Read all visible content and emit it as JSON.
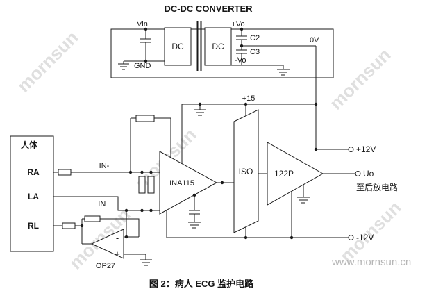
{
  "diagram": {
    "title": "DC-DC CONVERTER",
    "caption": "图 2：病人 ECG 监护电路"
  },
  "converter": {
    "vin_label": "Vin",
    "gnd_label": "GND",
    "dc_box1_label": "DC",
    "dc_box2_label": "DC",
    "pos_vo_label": "+Vo",
    "c2_label": "C2",
    "c3_label": "C3",
    "neg_vo_label": "-Vo",
    "zero_v_label": "0V"
  },
  "patient": {
    "box_label": "人体",
    "lead_ra": "RA",
    "lead_la": "LA",
    "lead_rl": "RL"
  },
  "amplifiers": {
    "supply_label": "+15",
    "in_minus_label": "IN-",
    "in_plus_label": "IN+",
    "ina_label": "INA115",
    "iso_label": "ISO",
    "p122_label": "122P",
    "op27_label": "OP27",
    "op27_minus": "-",
    "op27_plus": "+"
  },
  "outputs": {
    "pos_12v": "+12V",
    "uo": "Uo",
    "to_next_stage": "至后放电路",
    "neg_12v": "-12V"
  },
  "watermark": {
    "brand": "mornsun",
    "site": "www.mornsun.cn"
  },
  "colors": {
    "line": "#1a1a1a",
    "watermark": "#cdcdcd"
  }
}
